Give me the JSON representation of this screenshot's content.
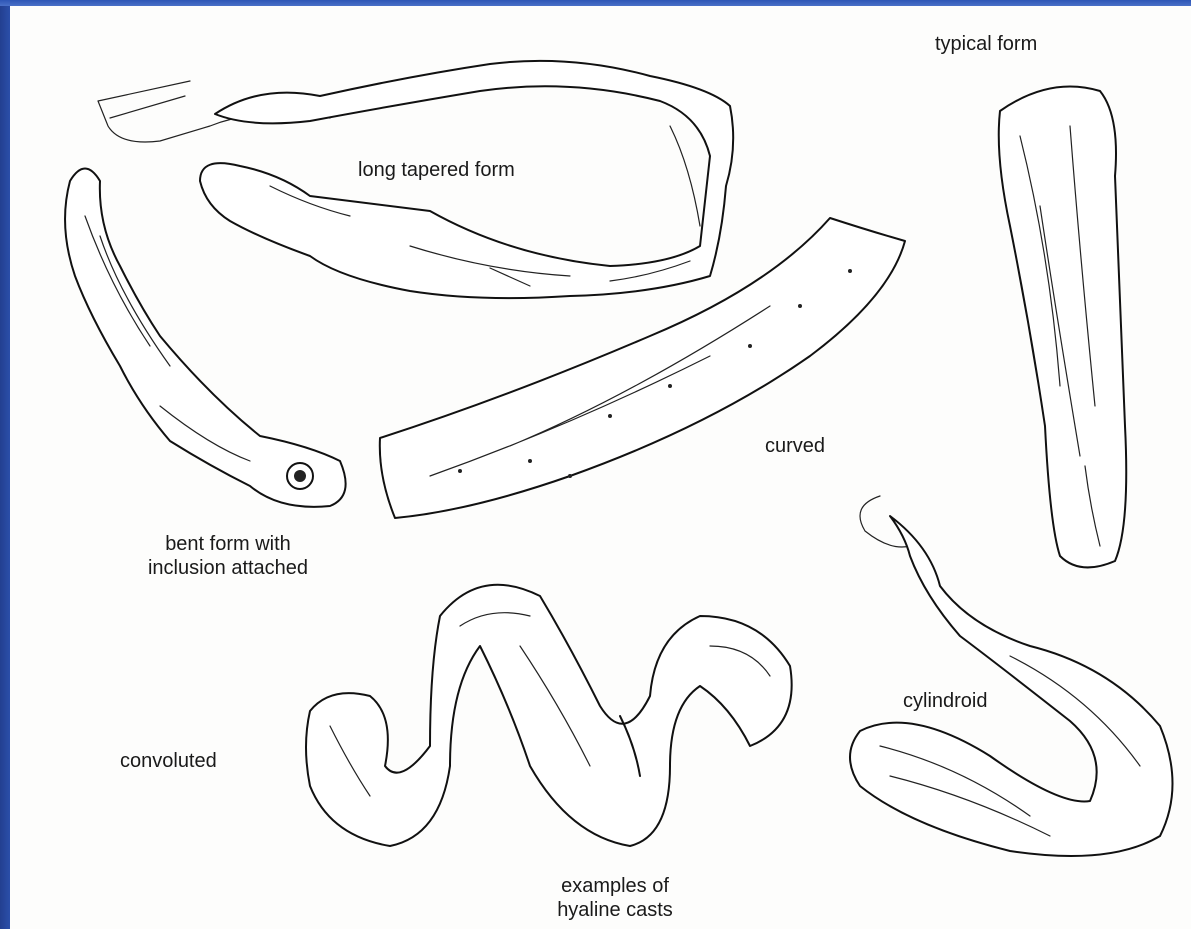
{
  "labels": {
    "typical": "typical form",
    "long_tapered": "long tapered form",
    "curved": "curved",
    "bent_line1": "bent form with",
    "bent_line2": "inclusion attached",
    "convoluted": "convoluted",
    "cylindroid": "cylindroid",
    "examples_line1": "examples of",
    "examples_line2": "hyaline casts"
  },
  "colors": {
    "border_blue": "#2b4fa9",
    "paper": "#fdfdfc",
    "ink": "#111111"
  }
}
